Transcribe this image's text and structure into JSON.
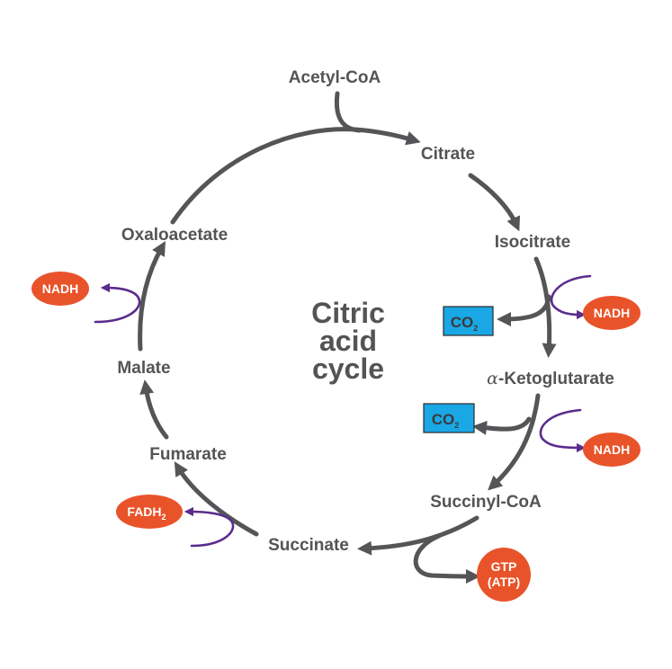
{
  "diagram": {
    "center_label": [
      "Citric",
      "acid",
      "cycle"
    ],
    "metabolites": {
      "acetyl_coa": "Acetyl-CoA",
      "citrate": "Citrate",
      "isocitrate": "Isocitrate",
      "alpha_ketoglutarate_prefix": "α",
      "alpha_ketoglutarate": "-Ketoglutarate",
      "succinyl_coa": "Succinyl-CoA",
      "succinate": "Succinate",
      "fumarate": "Fumarate",
      "malate": "Malate",
      "oxaloacetate": "Oxaloacetate"
    },
    "byproducts": {
      "co2_main": "CO",
      "co2_sub": "2",
      "nadh": "NADH",
      "fadh_main": "FADH",
      "fadh_sub": "2",
      "gtp": "GTP",
      "atp": "(ATP)"
    },
    "colors": {
      "arrow": "#555558",
      "text": "#545454",
      "badge": "#e9532a",
      "co2_box": "#1aa7e6",
      "cofactor_arc": "#5a2d8c"
    }
  }
}
